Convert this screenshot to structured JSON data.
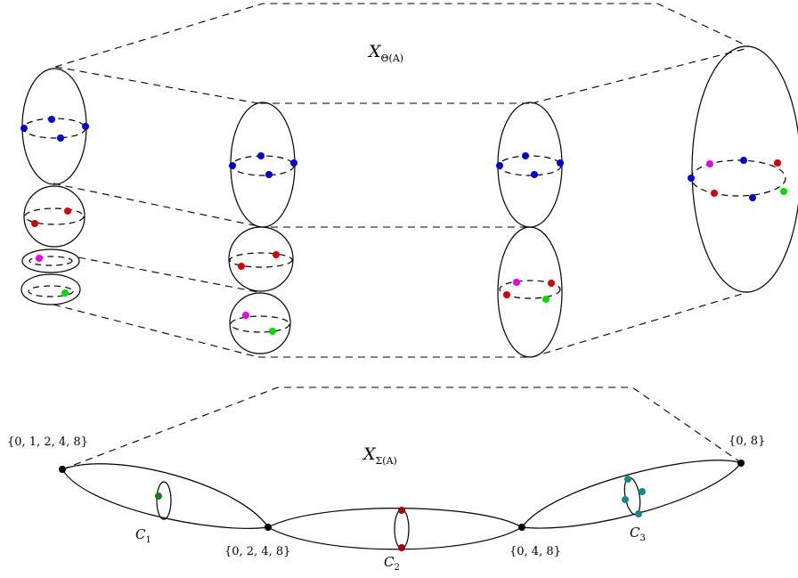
{
  "top": {
    "title_main": "X",
    "title_sub": "Θ(A)"
  },
  "bottom": {
    "title_main": "X",
    "title_sub": "Σ(A)",
    "node_labels": [
      "{0, 1, 2, 4, 8}",
      "{0, 2, 4, 8}",
      "{0, 4, 8}",
      "{0, 8}"
    ],
    "curve_labels": [
      {
        "main": "C",
        "sub": "1"
      },
      {
        "main": "C",
        "sub": "2"
      },
      {
        "main": "C",
        "sub": "3"
      }
    ]
  },
  "colors": {
    "blue": "#0000dd",
    "red": "#dd0000",
    "magenta": "#ee00ee",
    "green": "#00dd00",
    "dark_green": "#1a7a1a",
    "dark_red": "#aa0000",
    "teal": "#11888a",
    "black": "#000000"
  }
}
